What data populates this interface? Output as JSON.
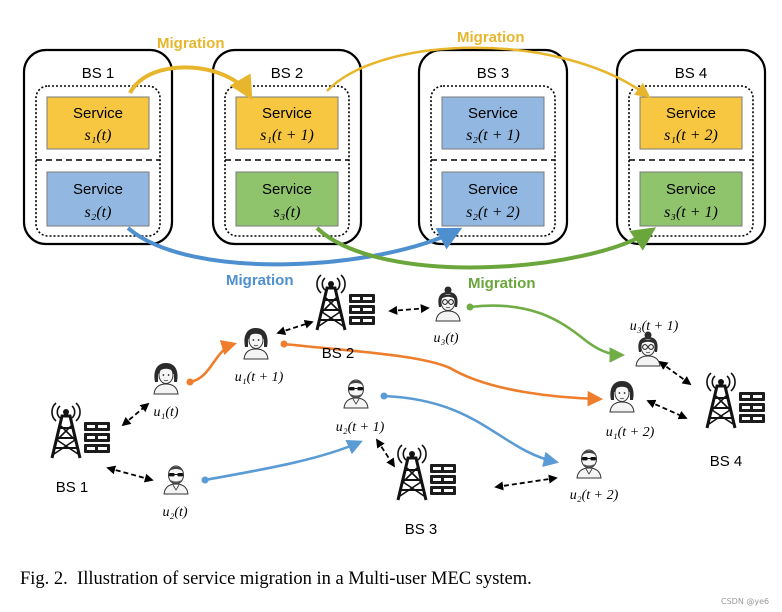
{
  "caption": "Fig. 2.  Illustration of service migration in a Multi-user MEC system.",
  "watermark": "CSDN @ye6",
  "colors": {
    "service_yellow": "#f7c742",
    "service_blue": "#92b8e2",
    "service_green": "#8fc46d",
    "migration_yellow": "#e8b62c",
    "migration_blue": "#4d8fcf",
    "migration_green": "#6aa63c",
    "user_orange": "#ee7d2c",
    "user_blue": "#5b9bd5",
    "user_green": "#70ad47"
  },
  "migration_labels": {
    "top_left": "Migration",
    "top_right": "Migration",
    "mid_blue": "Migration",
    "mid_green": "Migration"
  },
  "base_stations": [
    {
      "name": "BS 1",
      "top_service": {
        "title": "Service",
        "state": "s₁(t)"
      },
      "bottom_service": {
        "title": "Service",
        "state": "s₂(t)"
      }
    },
    {
      "name": "BS 2",
      "top_service": {
        "title": "Service",
        "state": "s₁(t + 1)"
      },
      "bottom_service": {
        "title": "Service",
        "state": "s₃(t)"
      }
    },
    {
      "name": "BS 3",
      "top_service": {
        "title": "Service",
        "state": "s₂(t + 1)"
      },
      "bottom_service": {
        "title": "Service",
        "state": "s₂(t + 2)"
      }
    },
    {
      "name": "BS 4",
      "top_service": {
        "title": "Service",
        "state": "s₁(t + 2)"
      },
      "bottom_service": {
        "title": "Service",
        "state": "s₃(t + 1)"
      }
    }
  ],
  "towers": [
    {
      "name": "BS 1"
    },
    {
      "name": "BS 2"
    },
    {
      "name": "BS 3"
    },
    {
      "name": "BS 4"
    }
  ],
  "users": [
    {
      "label": "u₁(t)",
      "icon": "woman-icon"
    },
    {
      "label": "u₁(t + 1)",
      "icon": "woman-icon"
    },
    {
      "label": "u₁(t + 2)",
      "icon": "woman-icon"
    },
    {
      "label": "u₂(t)",
      "icon": "man-sunglasses-icon"
    },
    {
      "label": "u₂(t + 1)",
      "icon": "man-sunglasses-icon"
    },
    {
      "label": "u₂(t + 2)",
      "icon": "man-sunglasses-icon"
    },
    {
      "label": "u₃(t)",
      "icon": "woman-glasses-icon"
    },
    {
      "label": "u₃(t + 1)",
      "icon": "woman-glasses-icon"
    }
  ]
}
